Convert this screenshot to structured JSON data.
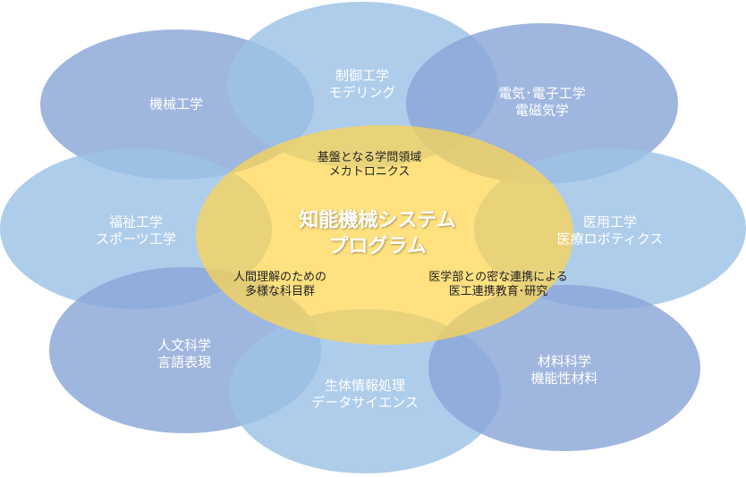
{
  "colors": {
    "dark_blue": "#8aa6d8",
    "light_blue": "#9cc2e6",
    "yellow": "#ffd54f"
  },
  "center": {
    "line1": "知能機械システム",
    "line2": "プログラム"
  },
  "fields": [
    {
      "line1": "機械工学",
      "line2": ""
    },
    {
      "line1": "制御工学",
      "line2": "モデリング"
    },
    {
      "line1": "電気･電子工学",
      "line2": "電磁気学"
    },
    {
      "line1": "福祉工学",
      "line2": "スポーツ工学"
    },
    {
      "line1": "医用工学",
      "line2": "医療ロボティクス"
    },
    {
      "line1": "人文科学",
      "line2": "言語表現"
    },
    {
      "line1": "生体情報処理",
      "line2": "データサイエンス"
    },
    {
      "line1": "材料科学",
      "line2": "機能性材料"
    }
  ],
  "features": [
    {
      "line1": "基盤となる学問領域",
      "line2": "メカトロニクス"
    },
    {
      "line1": "人間理解のための",
      "line2": "多様な科目群"
    },
    {
      "line1": "医学部との密な連携による",
      "line2": "医工連携教育･研究"
    }
  ]
}
